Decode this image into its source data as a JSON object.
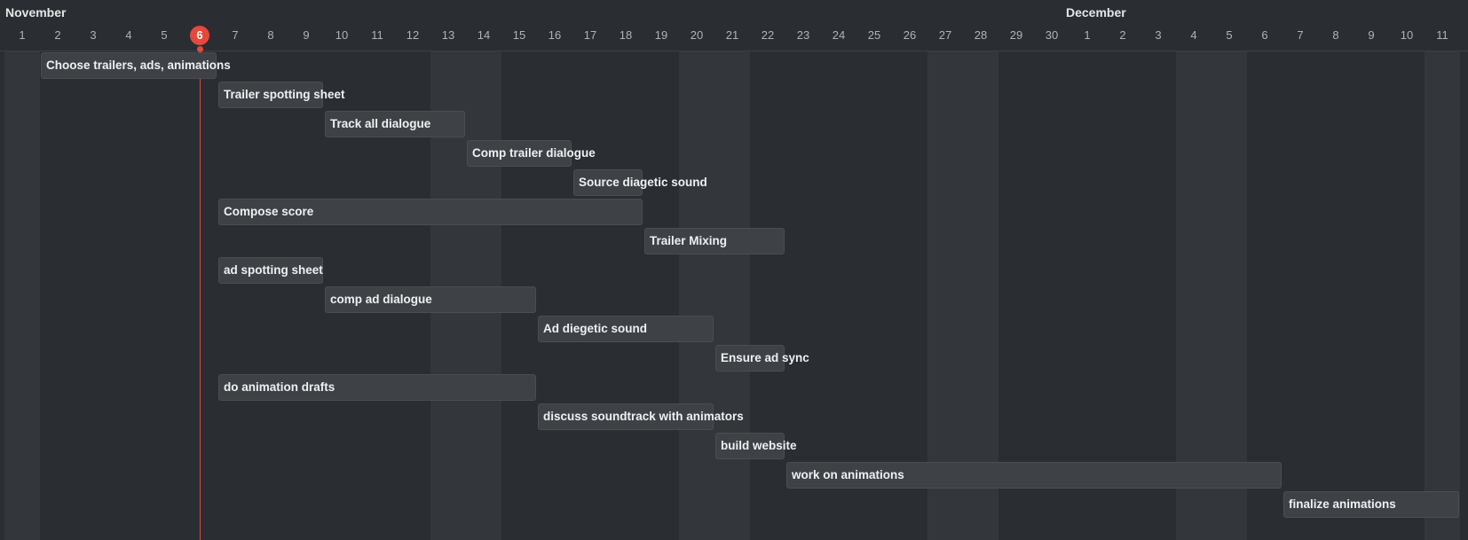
{
  "months": [
    {
      "label": "November",
      "start_index": 0
    },
    {
      "label": "December",
      "start_index": 30
    }
  ],
  "days": [
    "1",
    "2",
    "3",
    "4",
    "5",
    "6",
    "7",
    "8",
    "9",
    "10",
    "11",
    "12",
    "13",
    "14",
    "15",
    "16",
    "17",
    "18",
    "19",
    "20",
    "21",
    "22",
    "23",
    "24",
    "25",
    "26",
    "27",
    "28",
    "29",
    "30",
    "1",
    "2",
    "3",
    "4",
    "5",
    "6",
    "7",
    "8",
    "9",
    "10",
    "11"
  ],
  "today": {
    "label": "6",
    "index": 5
  },
  "light_columns": [
    0,
    12,
    13,
    19,
    20,
    26,
    27,
    33,
    34,
    40
  ],
  "tasks": [
    {
      "name": "Choose trailers, ads, animations",
      "start": 1,
      "duration": 5
    },
    {
      "name": "Trailer spotting sheet",
      "start": 6,
      "duration": 3
    },
    {
      "name": "Track all dialogue",
      "start": 9,
      "duration": 4
    },
    {
      "name": "Comp trailer dialogue",
      "start": 13,
      "duration": 3
    },
    {
      "name": "Source diagetic sound",
      "start": 16,
      "duration": 2
    },
    {
      "name": "Compose score",
      "start": 6,
      "duration": 12
    },
    {
      "name": "Trailer Mixing",
      "start": 18,
      "duration": 4
    },
    {
      "name": "ad spotting sheet",
      "start": 6,
      "duration": 3
    },
    {
      "name": "comp ad dialogue",
      "start": 9,
      "duration": 6
    },
    {
      "name": "Ad diegetic sound",
      "start": 15,
      "duration": 5
    },
    {
      "name": "Ensure ad sync",
      "start": 20,
      "duration": 2
    },
    {
      "name": "do animation drafts",
      "start": 6,
      "duration": 9
    },
    {
      "name": "discuss soundtrack with animators",
      "start": 15,
      "duration": 5
    },
    {
      "name": "build website",
      "start": 20,
      "duration": 2
    },
    {
      "name": "work on animations",
      "start": 22,
      "duration": 14
    },
    {
      "name": "finalize animations",
      "start": 36,
      "duration": 5
    }
  ]
}
